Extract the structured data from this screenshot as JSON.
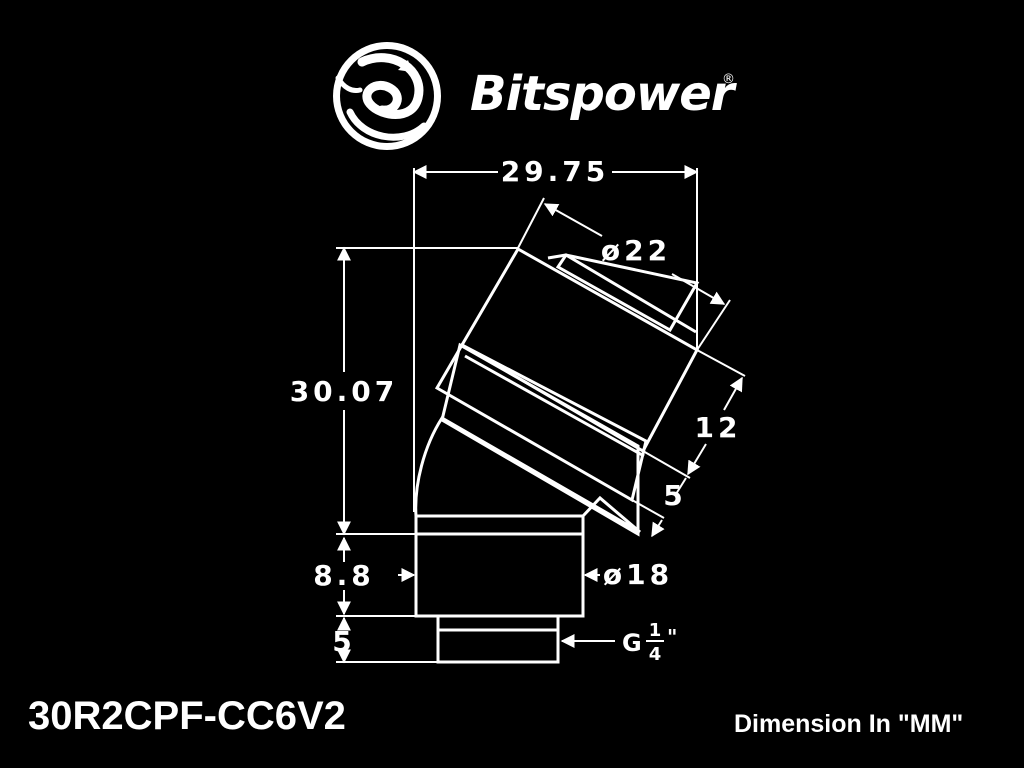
{
  "brand": {
    "name": "Bitspower",
    "registered_mark": "®",
    "logo_icon": "dragon-emblem-icon"
  },
  "part": {
    "model_number": "30R2CPF-CC6V2",
    "unit_note": "Dimension In \"MM\""
  },
  "dimensions": {
    "total_width": "29.75",
    "angled_diameter": "ø22",
    "total_height": "30.07",
    "angled_length": "12",
    "ring_width": "5",
    "base_height": "8.8",
    "base_diameter": "ø18",
    "thread_height": "5",
    "thread_prefix": "G",
    "thread_numerator": "1",
    "thread_denominator": "4",
    "thread_suffix": "\""
  },
  "colors": {
    "background": "#000000",
    "line": "#ffffff"
  }
}
